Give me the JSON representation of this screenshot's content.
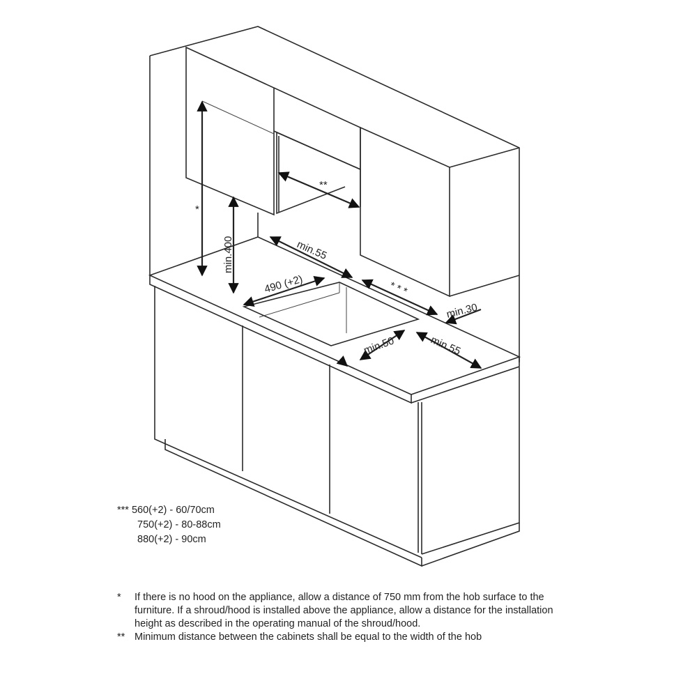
{
  "diagram": {
    "labels": {
      "double_star": "**",
      "single_star": "*",
      "min400": "min.400",
      "min55_back": "min.55",
      "cutout": "490 (+2)",
      "triple_star": "* * *",
      "min30": "min.30",
      "min50": "min.50",
      "min55_front": "min.55"
    }
  },
  "legend": {
    "marker": "***",
    "rows": [
      "560(+2) - 60/70cm",
      "750(+2) - 80-88cm",
      "880(+2) - 90cm"
    ]
  },
  "notes": [
    {
      "marker": "*",
      "text": "If there is no hood on the appliance, allow a distance of 750 mm from the hob surface to the furniture. If a shroud/hood is installed above the appliance, allow a distance for the installation height as described in the operating manual of the shroud/hood."
    },
    {
      "marker": "**",
      "text": "Minimum distance between the cabinets shall be equal to the width of the hob"
    }
  ]
}
